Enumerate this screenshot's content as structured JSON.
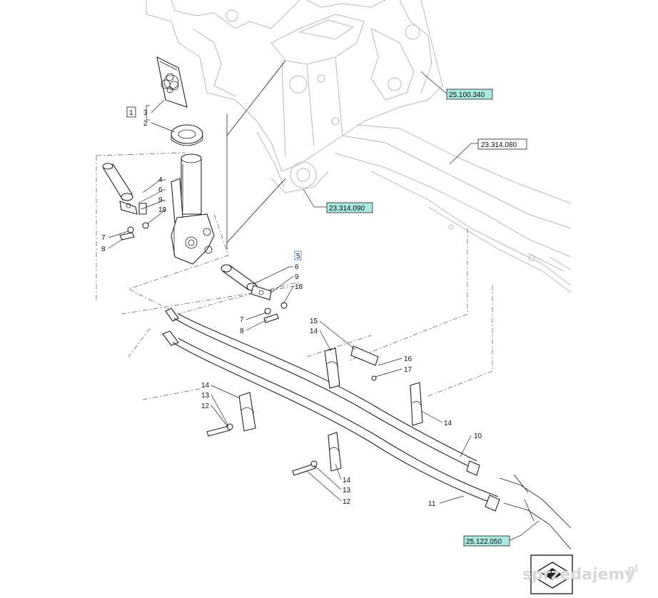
{
  "references": {
    "ref_a": "25.100.340",
    "ref_b": "23.314.080",
    "ref_c": "23.314.090",
    "ref_d": "25.122.050",
    "highlight_color": "#a8e8e0"
  },
  "callouts": {
    "kit_box": "1",
    "n2": "2",
    "n3": "3",
    "n4": "4",
    "n6a": "6",
    "n9a": "9",
    "n18a": "18",
    "n7a": "7",
    "n8a": "8",
    "n5": "5",
    "n6b": "6",
    "n9b": "9",
    "n18b": "18",
    "n7b": "7",
    "n8b": "8",
    "n15": "15",
    "n14a": "14",
    "n16": "16",
    "n17": "17",
    "n14b": "14",
    "n13a": "13",
    "n12a": "12",
    "n14c": "14",
    "n10": "10",
    "n11": "11",
    "n14d": "14",
    "n13b": "13",
    "n12b": "12"
  },
  "watermark": {
    "text": "sprzedajemy",
    "suffix": ".pl"
  },
  "icons": {
    "seal_kit": "seal-kit-icon",
    "corner_nav": "corner-nav-icon"
  }
}
